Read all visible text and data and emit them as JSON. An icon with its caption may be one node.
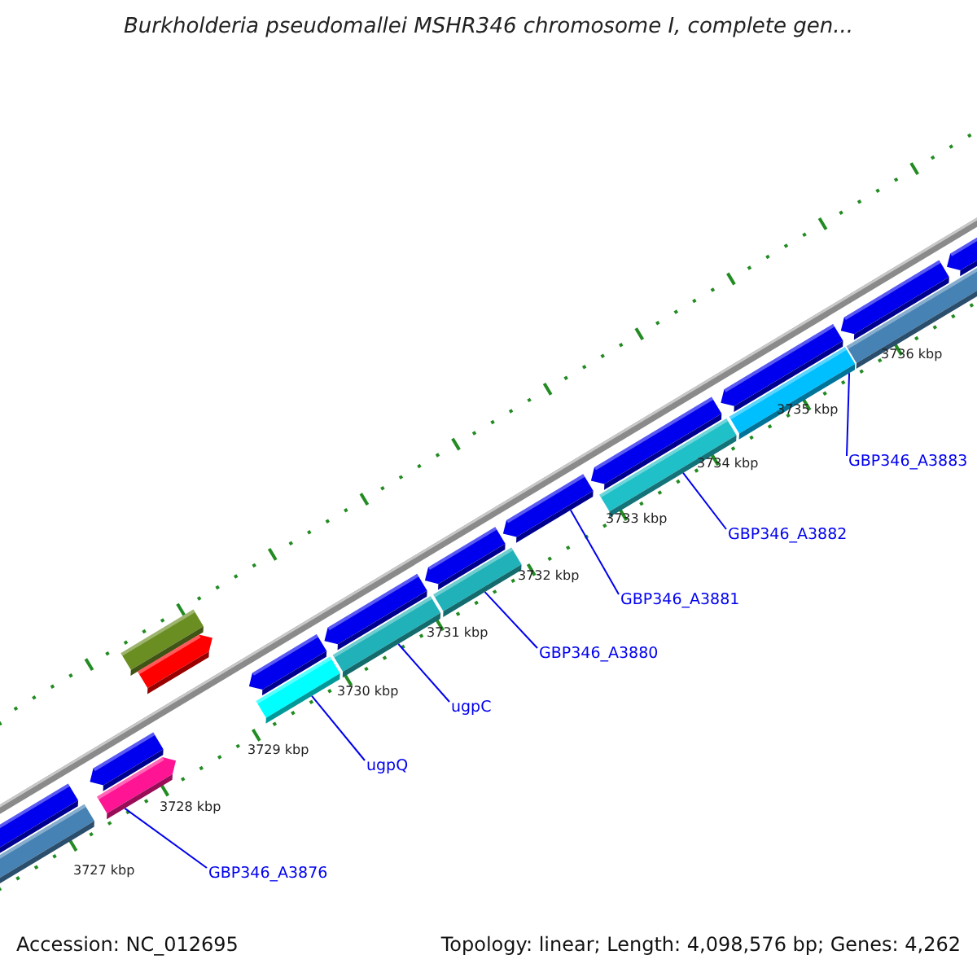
{
  "diagram": {
    "title": "Burkholderia pseudomallei MSHR346 chromosome I, complete gen...",
    "nodes": [
      {
        "text": [
          "GBP346_A3876"
        ]
      },
      {
        "text": [],
        "shape": "bar"
      },
      {
        "text": [
          "ugpQ"
        ]
      },
      {
        "text": [],
        "shape": "bar"
      },
      {
        "text": [
          "ugpC"
        ]
      },
      {
        "text": [],
        "shape": "bar"
      },
      {
        "text": [
          "GBP346_A3880"
        ]
      },
      {
        "text": [],
        "shape": "bar"
      },
      {
        "text": [
          "GBP346_A3881"
        ]
      },
      {
        "text": [],
        "shape": "bar"
      },
      {
        "text": [
          "GBP346_A3882"
        ]
      },
      {
        "text": [],
        "shape": "bar"
      },
      {
        "text": [
          "GBP346_A3883"
        ]
      },
      {
        "text": [],
        "shape": "bar"
      }
    ],
    "edges": [
      {
        "from": 0,
        "to": 1,
        "arrow": "none"
      },
      {
        "from": 2,
        "to": 3,
        "arrow": "none"
      },
      {
        "from": 4,
        "to": 5,
        "arrow": "none"
      },
      {
        "from": 6,
        "to": 7,
        "arrow": "none"
      },
      {
        "from": 8,
        "to": 9,
        "arrow": "none"
      },
      {
        "from": 10,
        "to": 11,
        "arrow": "none"
      },
      {
        "from": 12,
        "to": 13,
        "arrow": "none"
      }
    ],
    "labels": [
      "3727 kbp",
      "3728 kbp",
      "3729 kbp",
      "3730 kbp",
      "3731 kbp",
      "3732 kbp",
      "3733 kbp",
      "3734 kbp",
      "3735 kbp",
      "3736 kbp",
      "Accession: NC_012695",
      "Topology: linear; Length: 4,098,576 bp; Genes: 4,262"
    ]
  }
}
